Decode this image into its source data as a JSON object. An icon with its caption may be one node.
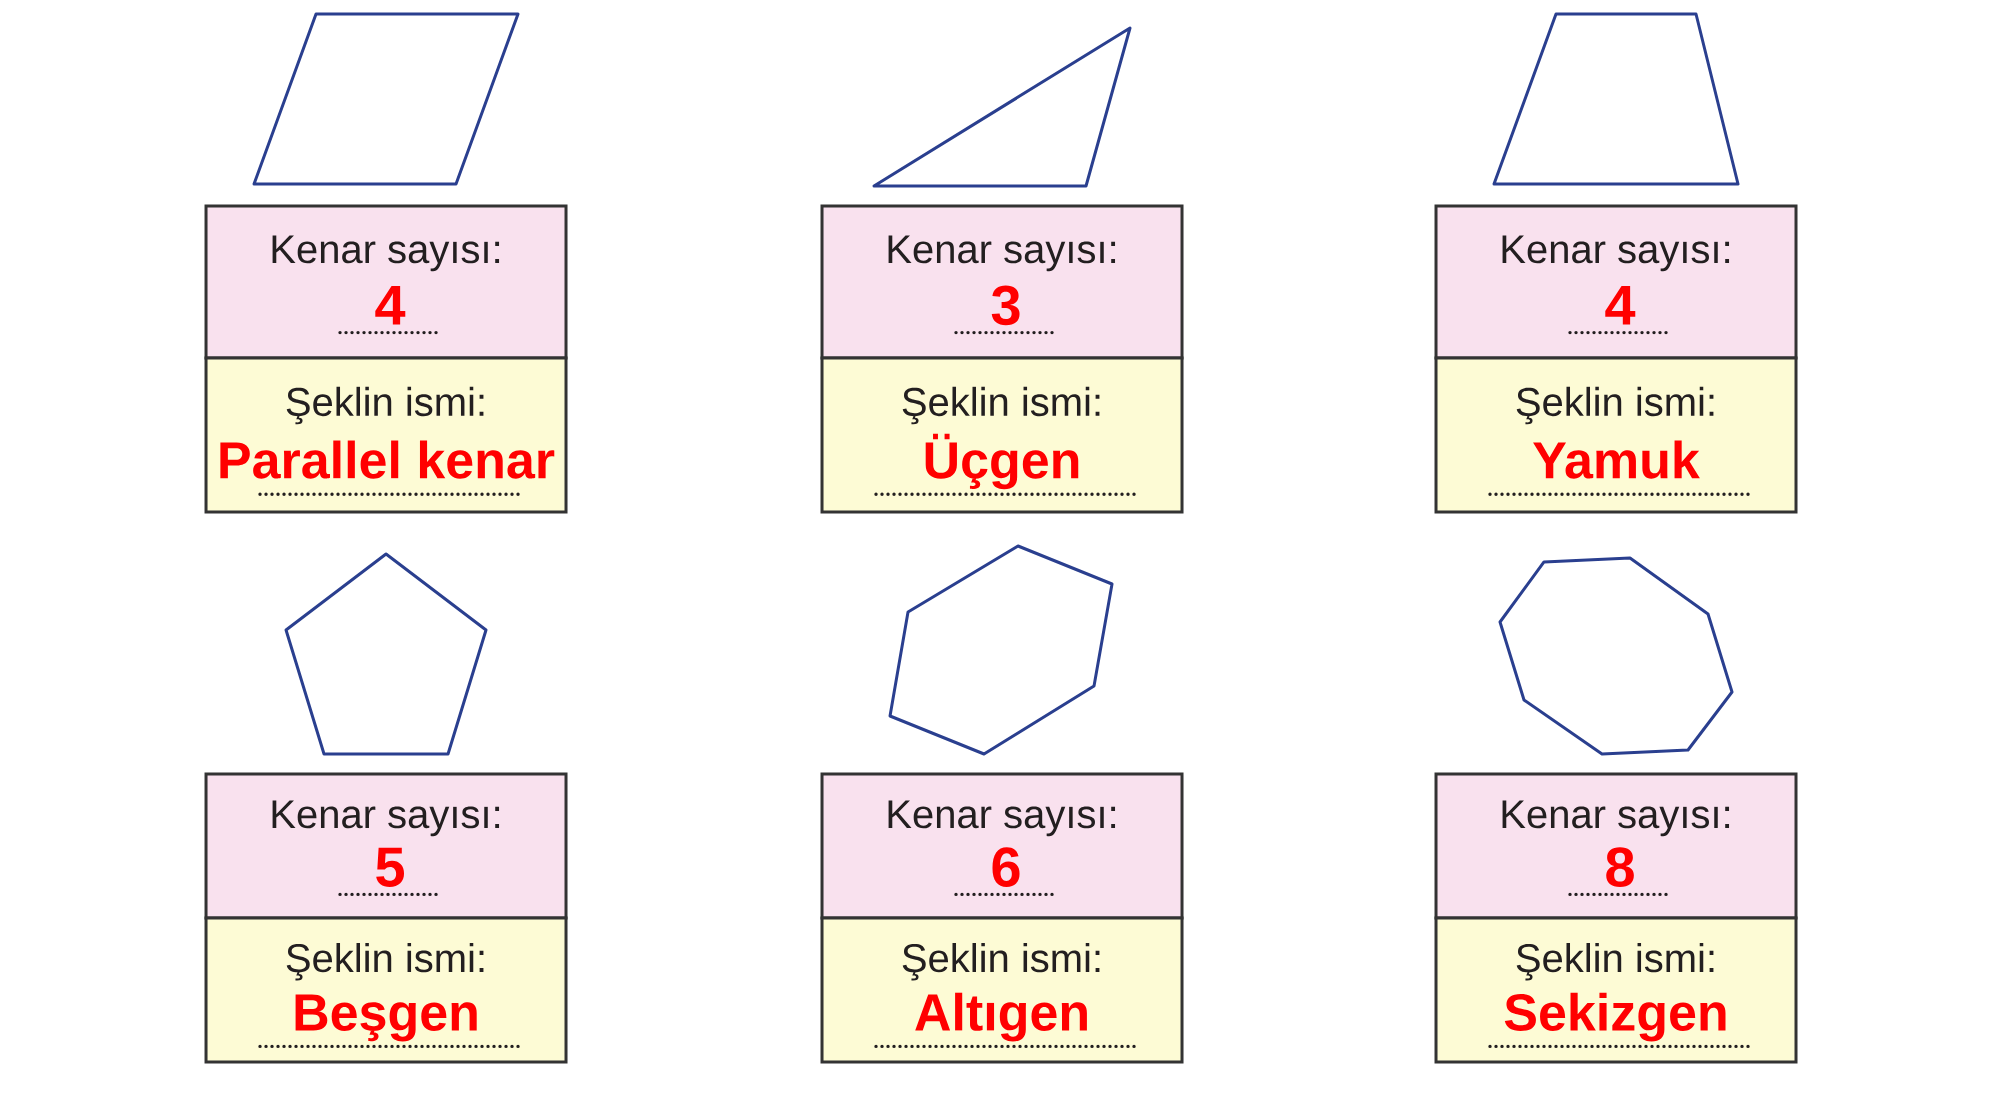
{
  "diagram": {
    "nodes": [
      {
        "text": [],
        "shape": "parallelogram"
      },
      {
        "text": [
          "Kenar sayısı:",
          "4"
        ]
      },
      {
        "text": [
          "Şeklin ismi:",
          "Parallel kenar"
        ]
      },
      {
        "text": [],
        "shape": "triangle"
      },
      {
        "text": [
          "Kenar sayısı:",
          "3"
        ]
      },
      {
        "text": [
          "Şeklin ismi:",
          "Üçgen"
        ]
      },
      {
        "text": [],
        "shape": "trapezoid"
      },
      {
        "text": [
          "Kenar sayısı:",
          "4"
        ]
      },
      {
        "text": [
          "Şeklin ismi:",
          "Yamuk"
        ]
      },
      {
        "text": [],
        "shape": "pentagon"
      },
      {
        "text": [
          "Kenar sayısı:",
          "5"
        ]
      },
      {
        "text": [
          "Şeklin ismi:",
          "Beşgen"
        ]
      },
      {
        "text": [],
        "shape": "hexagon"
      },
      {
        "text": [
          "Kenar sayısı:",
          "6"
        ]
      },
      {
        "text": [
          "Şeklin ismi:",
          "Altıgen"
        ]
      },
      {
        "text": [],
        "shape": "octagon"
      },
      {
        "text": [
          "Kenar sayısı:",
          "8"
        ]
      },
      {
        "text": [
          "Şeklin ismi:",
          "Sekizgen"
        ]
      }
    ]
  }
}
